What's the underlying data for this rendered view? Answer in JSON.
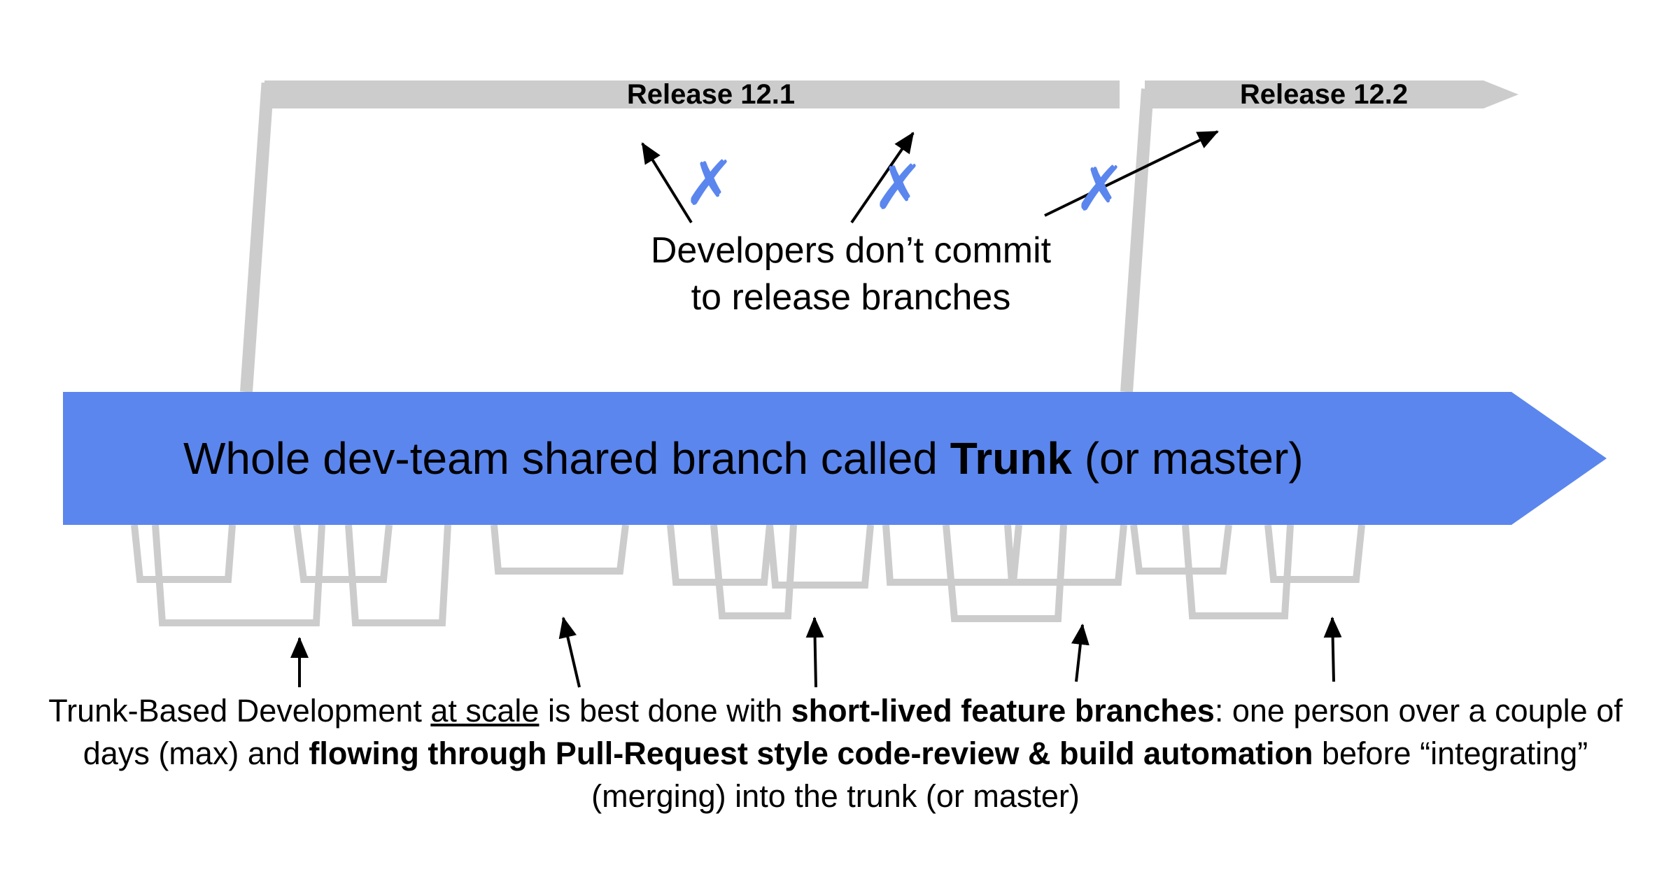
{
  "releases": [
    {
      "label": "Release 12.1"
    },
    {
      "label": "Release 12.2"
    }
  ],
  "blocked_commit_mark": "✗",
  "note": {
    "line1": "Developers don’t commit",
    "line2": "to release branches"
  },
  "trunk": {
    "text_before": "Whole dev-team shared branch called ",
    "text_bold": "Trunk",
    "text_after": " (or master)"
  },
  "caption": {
    "p1": "Trunk-Based Development ",
    "p2_underlined": "at scale",
    "p3": " is best done with ",
    "p4_bold": "short-lived feature branches",
    "p5": ": one person over a couple of days (max) and ",
    "p6_bold": "flowing through Pull-Request style code-review & build automation",
    "p7": " before “integrating” (merging) into the trunk (or master)"
  },
  "colors": {
    "trunk": "#5b86ee",
    "branch_gray": "#cccccc",
    "x_mark": "#5b86ee"
  }
}
